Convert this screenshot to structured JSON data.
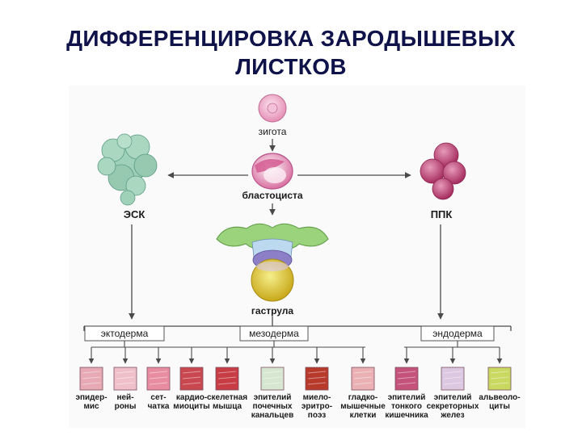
{
  "title": {
    "line1": "ДИФФЕРЕНЦИРОВКА ЗАРОДЫШЕВЫХ",
    "line2": "ЛИСТКОВ"
  },
  "stages": {
    "zygote": "зигота",
    "blastocyst": "бластоциста",
    "esc": "ЭСК",
    "ppk": "ППК",
    "gastrula": "гаструла"
  },
  "germ_layers": {
    "ectoderm": "эктодерма",
    "mesoderm": "мезодерма",
    "endoderm": "эндодерма"
  },
  "cell_types": [
    {
      "lines": [
        "эпидер-",
        "мис"
      ],
      "color": "#e7a9b4"
    },
    {
      "lines": [
        "ней-",
        "роны"
      ],
      "color": "#f0c0c8"
    },
    {
      "lines": [
        "сет-",
        "чатка"
      ],
      "color": "#e88da0"
    },
    {
      "lines": [
        "кардио-",
        "миоциты"
      ],
      "color": "#c9474f"
    },
    {
      "lines": [
        "скелетная",
        "мышца"
      ],
      "color": "#c83c45"
    },
    {
      "lines": [
        "эпителий",
        "почечных",
        "канальцев"
      ],
      "color": "#d6e6d0"
    },
    {
      "lines": [
        "миело-",
        "эритро-",
        "поэз"
      ],
      "color": "#b83a2a"
    },
    {
      "lines": [
        "гладко-",
        "мышечные",
        "клетки"
      ],
      "color": "#eab0b4"
    },
    {
      "lines": [
        "эпителий",
        "тонкого",
        "кишечника"
      ],
      "color": "#c4527a"
    },
    {
      "lines": [
        "эпителий",
        "секреторных",
        "желез"
      ],
      "color": "#dcc8e0"
    },
    {
      "lines": [
        "альвеоло-",
        "циты"
      ],
      "color": "#c8d860"
    }
  ],
  "colors": {
    "title": "#10134a",
    "arrow": "#4a4a4a",
    "esc_cluster": "#9fd0b8",
    "ppk_cells": "#c2487a",
    "zygote": "#e58fb4",
    "gastrula_green": "#9bd37c",
    "gastrula_yellow": "#e6d234"
  }
}
